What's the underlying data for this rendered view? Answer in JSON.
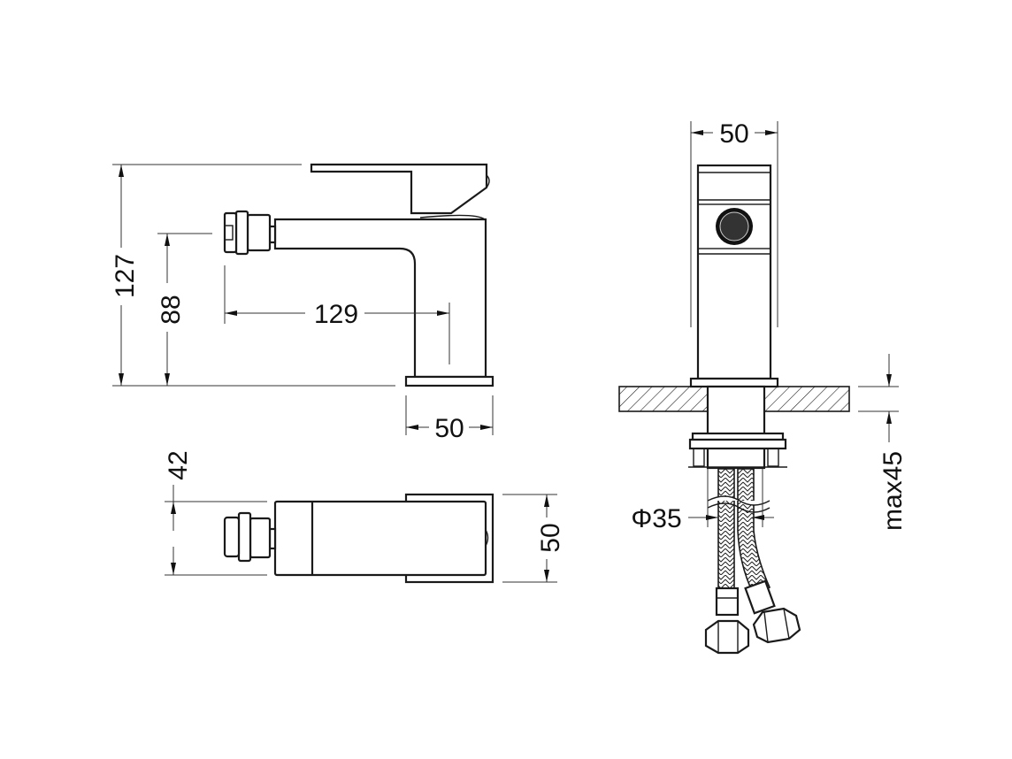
{
  "drawing": {
    "side_view": {
      "height_total": "127",
      "spout_height": "88",
      "spout_reach": "129",
      "base_width": "50"
    },
    "top_view": {
      "aerator_offset": "42",
      "body_width": "50"
    },
    "front_view": {
      "body_width": "50",
      "hose_diameter": "Φ35",
      "counter_thickness": "max45"
    }
  }
}
